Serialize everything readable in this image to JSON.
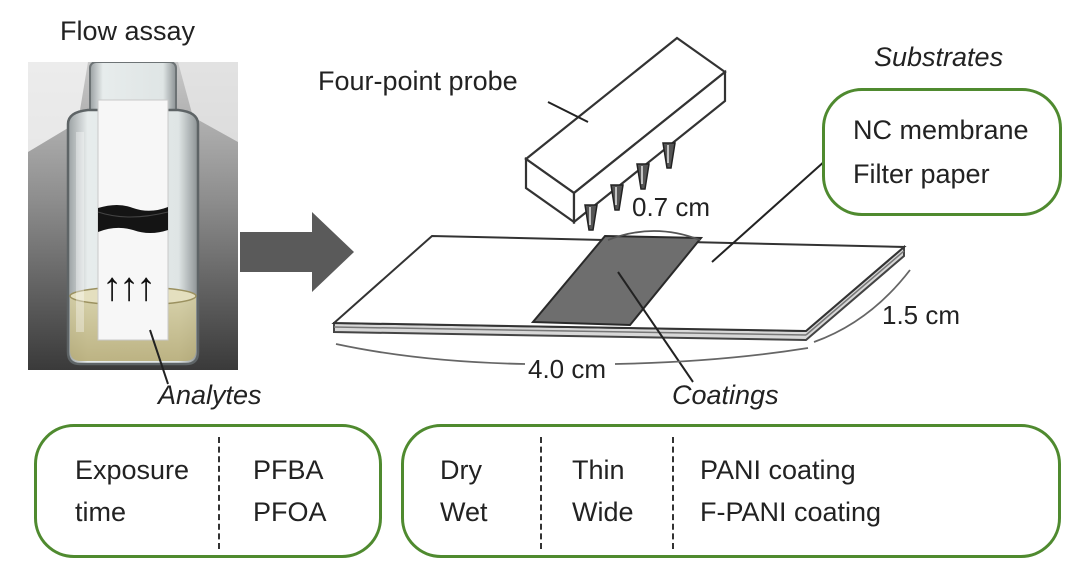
{
  "photo": {
    "title": "Flow assay",
    "arrows": "↑↑↑",
    "analytes_label": "Analytes"
  },
  "probe": {
    "label": "Four-point probe"
  },
  "substrates": {
    "title": "Substrates",
    "items": [
      "NC membrane",
      "Filter paper"
    ]
  },
  "strip": {
    "width_label": "0.7 cm",
    "side_label": "1.5 cm",
    "length_label": "4.0 cm",
    "coatings_label": "Coatings"
  },
  "analytes_box": {
    "col1": [
      "Exposure",
      "time"
    ],
    "col2": [
      "PFBA",
      "PFOA"
    ]
  },
  "coatings_box": {
    "col1": [
      "Dry",
      "Wet"
    ],
    "col2": [
      "Thin",
      "Wide"
    ],
    "col3": [
      "PANI coating",
      "F-PANI coating"
    ]
  },
  "colors": {
    "box_border": "#4f8a2f",
    "arrow": "#555555",
    "coating": "#6e6e6e",
    "background": "#ffffff"
  }
}
